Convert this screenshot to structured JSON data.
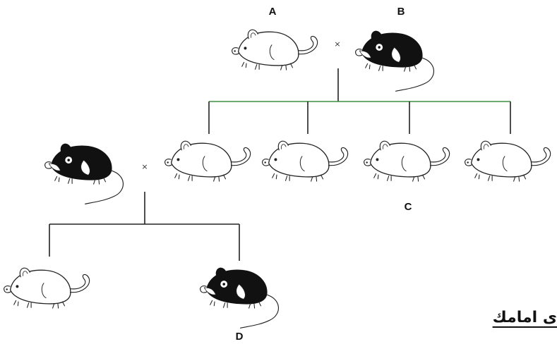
{
  "labels": {
    "parent_a": "A",
    "parent_b": "B",
    "offspring_c": "C",
    "offspring_d": "D"
  },
  "cross_symbols": {
    "first_cross": "×",
    "second_cross": "×"
  },
  "mice": [
    {
      "role": "parent-a",
      "coat": "white"
    },
    {
      "role": "parent-b",
      "coat": "black"
    },
    {
      "role": "f1-1",
      "coat": "white"
    },
    {
      "role": "f1-2",
      "coat": "white"
    },
    {
      "role": "f1-3",
      "coat": "white"
    },
    {
      "role": "f1-4",
      "coat": "white"
    },
    {
      "role": "testcross-parent",
      "coat": "black"
    },
    {
      "role": "offspring-1",
      "coat": "white"
    },
    {
      "role": "offspring-2",
      "coat": "black"
    }
  ],
  "colors": {
    "mouse_black": "#111111",
    "mouse_white": "#ffffff",
    "line_green": "#3f8f3f"
  },
  "cut_text": "ى امامك"
}
